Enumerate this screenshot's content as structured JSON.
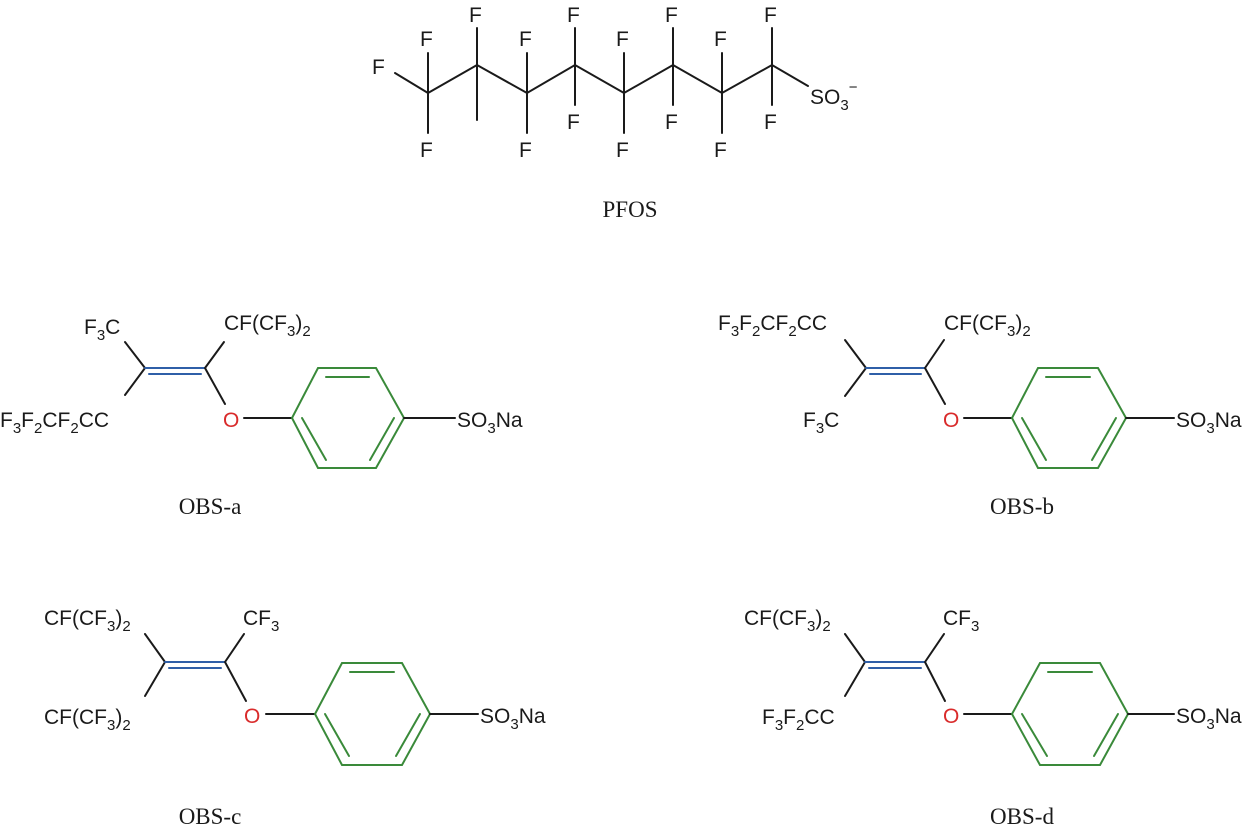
{
  "pfos": {
    "atom_f": "F",
    "sulfonate": "SO",
    "sulfonate_sub": "3",
    "sulfonate_charge": "−",
    "label": "PFOS"
  },
  "common": {
    "oxygen": "O",
    "so3na_a": "SO",
    "so3na_sub": "3",
    "so3na_b": "Na"
  },
  "obs_a": {
    "top_left": [
      "F",
      "3",
      "C"
    ],
    "top_right": [
      "CF(CF",
      "3",
      ")",
      "2"
    ],
    "bottom_left": [
      "F",
      "3",
      "F",
      "2",
      "CF",
      "2",
      "CC"
    ],
    "label": "OBS-a"
  },
  "obs_b": {
    "top_left": [
      "F",
      "3",
      "F",
      "2",
      "CF",
      "2",
      "CC"
    ],
    "top_right": [
      "CF(CF",
      "3",
      ")",
      "2"
    ],
    "bottom_left": [
      "F",
      "3",
      "C"
    ],
    "label": "OBS-b"
  },
  "obs_c": {
    "top_left": [
      "CF(CF",
      "3",
      ")",
      "2"
    ],
    "top_right": [
      "CF",
      "3"
    ],
    "bottom_left": [
      "CF(CF",
      "3",
      ")",
      "2"
    ],
    "label": "OBS-c"
  },
  "obs_d": {
    "top_left": [
      "CF(CF",
      "3",
      ")",
      "2"
    ],
    "top_right": [
      "CF",
      "3"
    ],
    "bottom_left": [
      "F",
      "3",
      "F",
      "2",
      "CC"
    ],
    "label": "OBS-d"
  }
}
